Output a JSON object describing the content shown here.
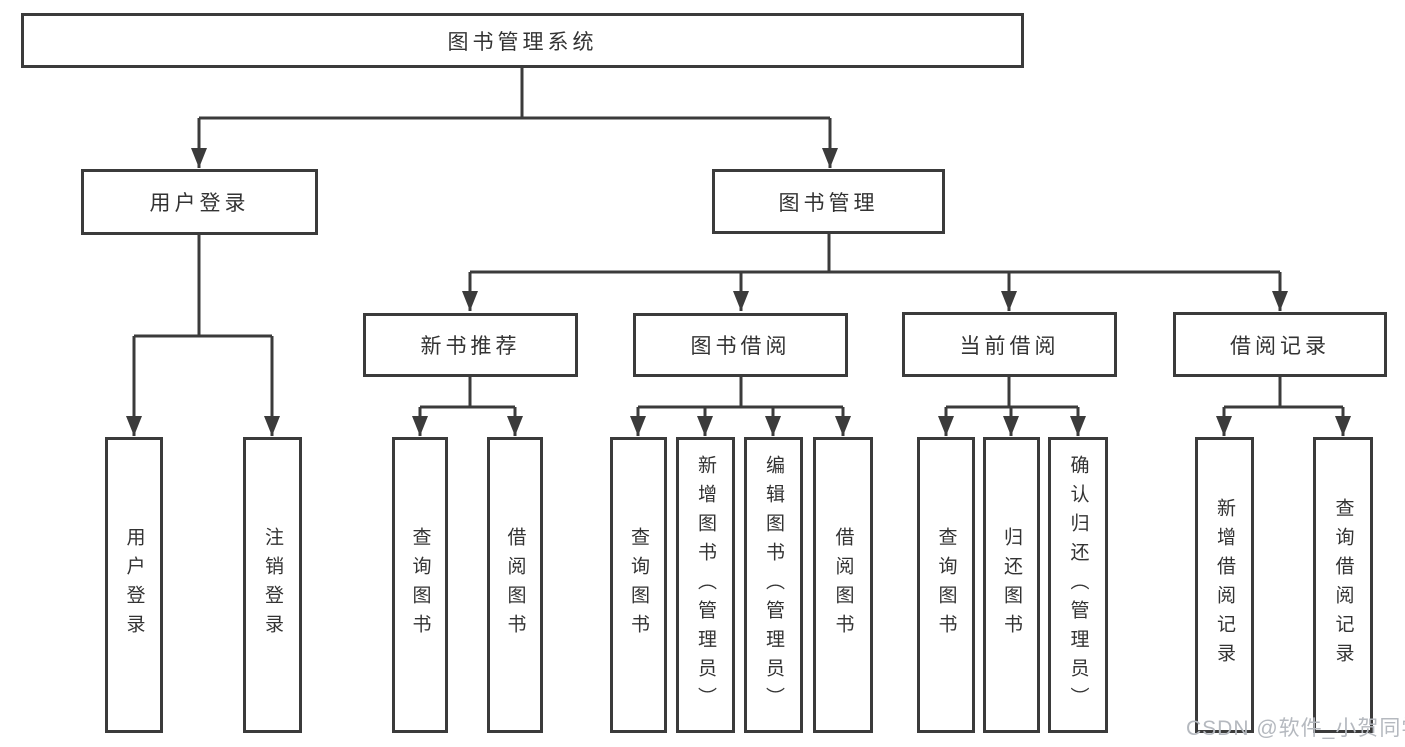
{
  "diagram": {
    "type": "hierarchy-tree",
    "colors": {
      "line": "#3b3b3b",
      "box_border": "#3b3b3b",
      "text": "#333333",
      "background": "#ffffff",
      "watermark": "#b5b9bf"
    }
  },
  "tree": {
    "root": {
      "label": "图书管理系统"
    },
    "branches": [
      {
        "label": "用户登录",
        "children": [
          {
            "label": "用户登录"
          },
          {
            "label": "注销登录"
          }
        ]
      },
      {
        "label": "图书管理",
        "children": [
          {
            "label": "新书推荐",
            "children": [
              {
                "label": "查询图书"
              },
              {
                "label": "借阅图书"
              }
            ]
          },
          {
            "label": "图书借阅",
            "children": [
              {
                "label": "查询图书"
              },
              {
                "label": "新增图书（管理员）"
              },
              {
                "label": "编辑图书（管理员）"
              },
              {
                "label": "借阅图书"
              }
            ]
          },
          {
            "label": "当前借阅",
            "children": [
              {
                "label": "查询图书"
              },
              {
                "label": "归还图书"
              },
              {
                "label": "确认归还（管理员）"
              }
            ]
          },
          {
            "label": "借阅记录",
            "children": [
              {
                "label": "新增借阅记录"
              },
              {
                "label": "查询借阅记录"
              }
            ]
          }
        ]
      }
    ]
  },
  "watermark": {
    "text": "CSDN @软件_小贺同学"
  }
}
